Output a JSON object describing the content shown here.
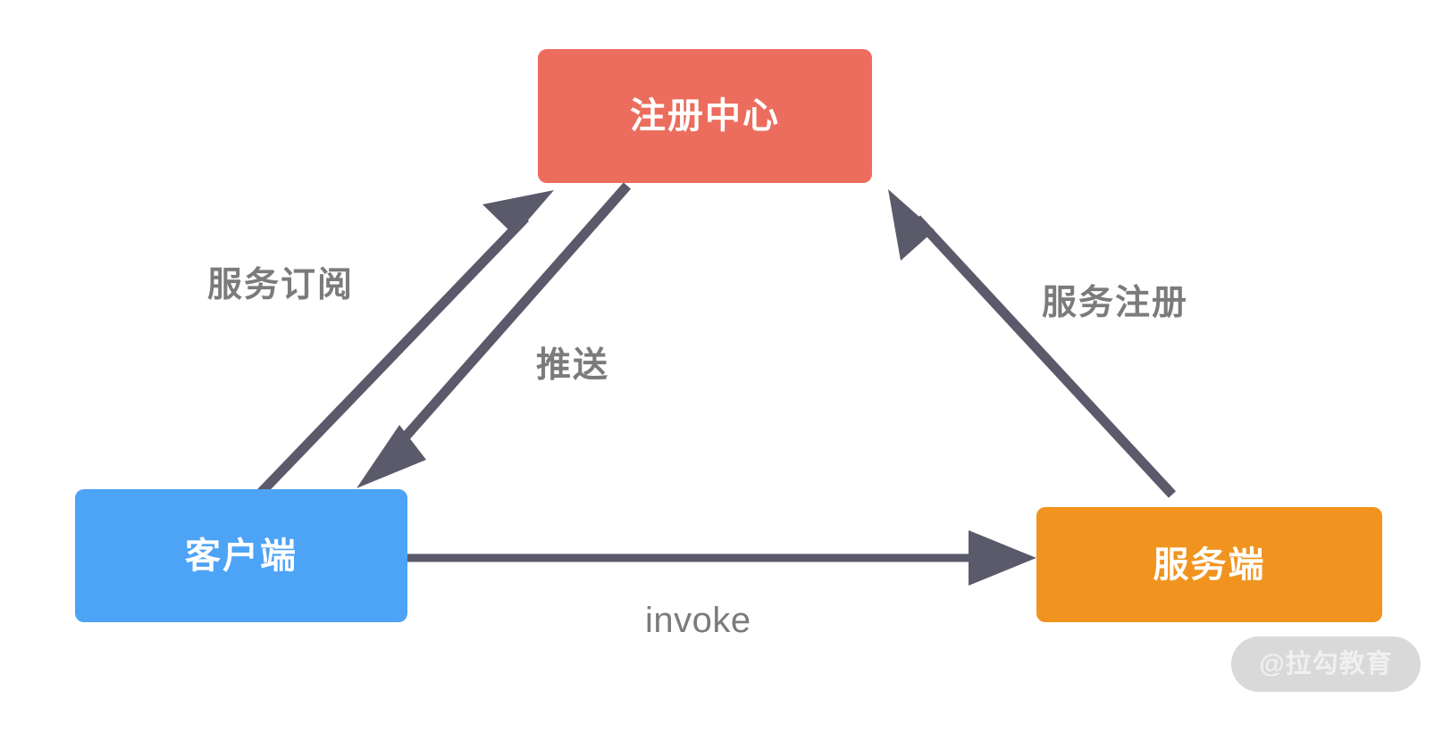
{
  "diagram": {
    "type": "service-registry-flow",
    "background_color": "#ffffff",
    "arrow_color": "#5a5a6b",
    "nodes": [
      {
        "id": "registry",
        "label": "注册中心",
        "color": "#ec6d5d",
        "text_color": "#ffffff"
      },
      {
        "id": "client",
        "label": "客户端",
        "color": "#4da3f5",
        "text_color": "#ffffff"
      },
      {
        "id": "server",
        "label": "服务端",
        "color": "#f0941f",
        "text_color": "#ffffff"
      }
    ],
    "edges": [
      {
        "id": "subscribe",
        "label": "服务订阅",
        "from": "client",
        "to": "registry",
        "label_color": "#7b7b7b"
      },
      {
        "id": "push",
        "label": "推送",
        "from": "registry",
        "to": "client",
        "label_color": "#7b7b7b"
      },
      {
        "id": "register",
        "label": "服务注册",
        "from": "server",
        "to": "registry",
        "label_color": "#7b7b7b"
      },
      {
        "id": "invoke",
        "label": "invoke",
        "from": "client",
        "to": "server",
        "label_color": "#7b7b7b"
      }
    ],
    "watermark": {
      "text": "@拉勾教育",
      "pill_color": "#d9d9d9",
      "text_color": "#f0f0f0"
    }
  }
}
